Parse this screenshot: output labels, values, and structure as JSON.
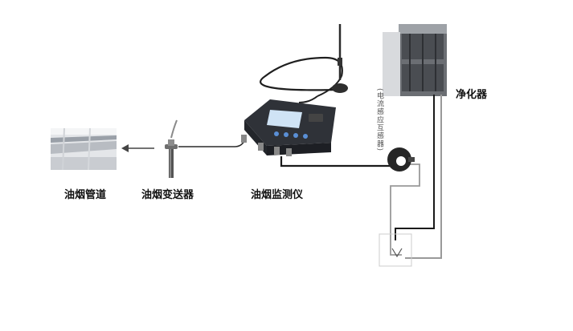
{
  "labels": {
    "duct": "油烟管道",
    "transmitter": "油烟变送器",
    "monitor": "油烟监测仪",
    "purifier": "净化器",
    "ct_note": "(电流感应互感器)"
  },
  "colors": {
    "device_body": "#3a3d44",
    "cable_black": "#1a1a1a",
    "cable_gray": "#9a9a9a",
    "screen": "#cfe3f5",
    "background": "#ffffff"
  },
  "icons": [
    "antenna-icon",
    "arrow-left-icon",
    "current-clamp-icon",
    "plug-icon"
  ]
}
